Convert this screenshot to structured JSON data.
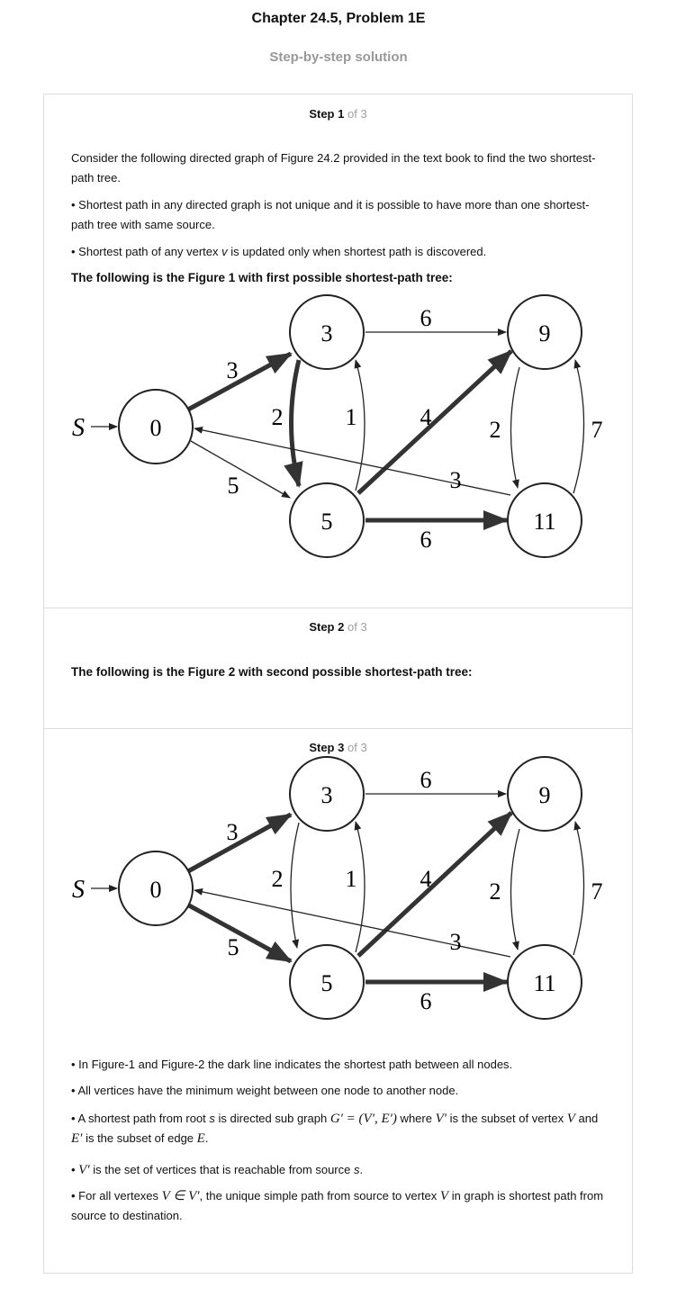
{
  "header": {
    "title": "Chapter 24.5, Problem 1E",
    "subtitle": "Step-by-step solution"
  },
  "steps": [
    {
      "label": "Step",
      "number": "1",
      "of": "of 3",
      "paragraphs": [
        "Consider the following directed graph of Figure 24.2 provided in the text book to find the two shortest-path tree.",
        "• Shortest path in any directed graph is not unique and it is possible to have more than one shortest-path tree with same source.",
        "• Shortest path of any vertex ",
        "v",
        " is updated only when shortest path is discovered."
      ],
      "figure_caption": "The following is the Figure 1 with first possible shortest-path tree:"
    },
    {
      "label": "Step",
      "number": "2",
      "of": "of 3",
      "figure_caption": "The following is the Figure 2 with second possible shortest-path tree:"
    },
    {
      "label": "Step",
      "number": "3",
      "of": "of 3",
      "bullets": {
        "b1": "• In Figure-1 and Figure-2 the dark line indicates the shortest path between all nodes.",
        "b2": "• All vertices have the minimum weight between one node to another node.",
        "b3_a": "• A shortest path from root ",
        "b3_s": "s",
        "b3_b": " is directed sub graph ",
        "b3_g": "G′ = (V′, E′)",
        "b3_c": " where ",
        "b3_v": "V′",
        "b3_d": " is the subset of vertex ",
        "b3_vv": "V",
        "b3_e": " and ",
        "b3_e2": "E′",
        "b3_f": " is the subset of edge ",
        "b3_ee": "E",
        "b3_g2": ".",
        "b4_a": "• ",
        "b4_v": "V′",
        "b4_b": " is the set of vertices that is reachable from source ",
        "b4_s": "s",
        "b4_c": ".",
        "b5_a": "• For all vertexes ",
        "b5_v": "V ∈ V′",
        "b5_b": ", the unique simple path from source to vertex ",
        "b5_vv": "V",
        "b5_c": " in graph is shortest path from source to destination."
      }
    }
  ],
  "graph": {
    "source_label": "S",
    "nodes": [
      "0",
      "3",
      "9",
      "5",
      "11"
    ],
    "weights": {
      "w_0_3": "3",
      "w_0_5": "5",
      "w_3_9": "6",
      "w_3_5": "2",
      "w_5_3": "1",
      "w_5_9": "4",
      "w_5_11": "6",
      "w_9_11": "2",
      "w_11_9": "7",
      "w_11_0": "3"
    }
  }
}
